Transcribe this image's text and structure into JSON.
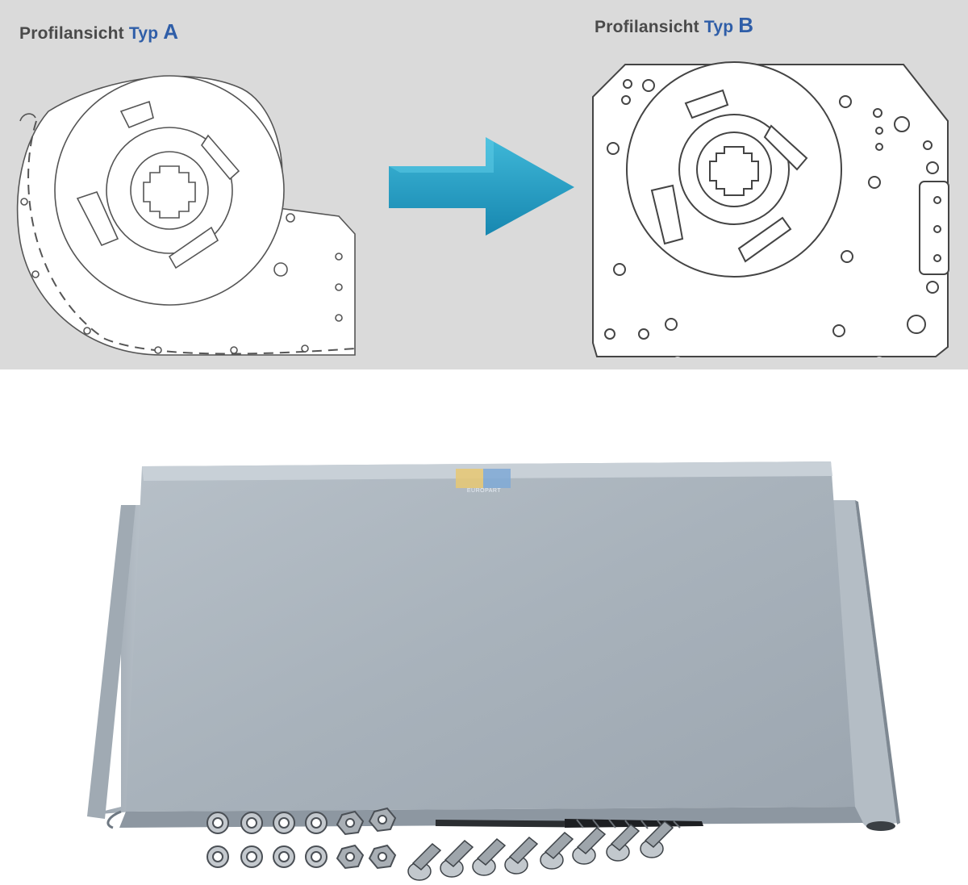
{
  "profile_a": {
    "prefix": "Profilansicht",
    "typ": "Typ",
    "letter": "A"
  },
  "profile_b": {
    "prefix": "Profilansicht",
    "typ": "Typ",
    "letter": "B"
  },
  "logo": {
    "text": "EUROPART"
  },
  "colors": {
    "panel_bg": "#dadada",
    "heading_text": "#4a4a4a",
    "heading_accent": "#2f5ea8",
    "arrow": "#1f9cc4",
    "sheet_metal": "#a9b3bd"
  }
}
